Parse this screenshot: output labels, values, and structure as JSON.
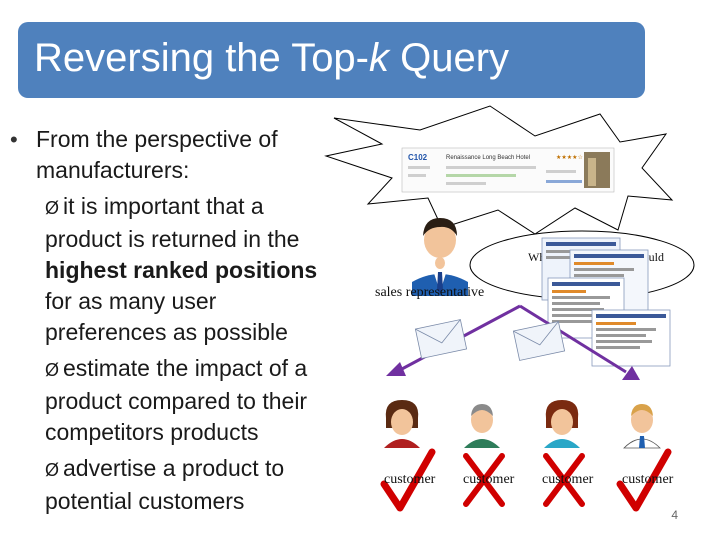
{
  "title": {
    "prefix": "Reversing the Top-",
    "italic": "k",
    "suffix": " Query"
  },
  "bullet": {
    "marker": "•",
    "text": "From the perspective of manufacturers:"
  },
  "subs": [
    {
      "marker": "Ø",
      "before": "it is important that a product is returned in the ",
      "bold": "highest ranked positions",
      "after": " for as many user preferences as possible"
    },
    {
      "marker": "Ø",
      "text": "estimate the impact of a product compared to their competitors products"
    },
    {
      "marker": "Ø",
      "text": "advertise a product to potential customers"
    }
  ],
  "diagram": {
    "hotel_listing": {
      "code": "C102",
      "name": "Renaissance Long Beach Hotel",
      "stars": "★★★★☆"
    },
    "speech_text": "Wh",
    "speech_text_end": "would",
    "sales_label": "sales representative",
    "customers": [
      "customer",
      "customer",
      "customer",
      "customer"
    ],
    "marks": [
      "check",
      "cross",
      "cross",
      "check"
    ],
    "colors": {
      "accent": "#4f81bd",
      "arrow": "#7030a0",
      "mark": "#d00000"
    }
  },
  "page_number": "4"
}
